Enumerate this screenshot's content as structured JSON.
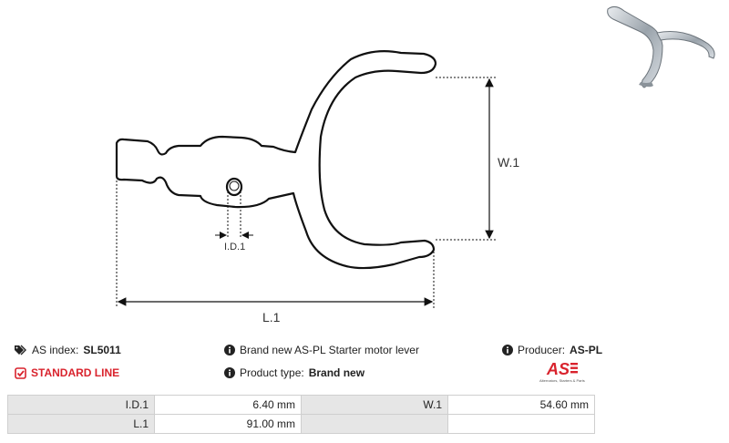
{
  "drawing": {
    "dim_w": "W.1",
    "dim_l": "L.1",
    "dim_id": "I.D.1"
  },
  "info": {
    "as_index_label": "AS index:",
    "as_index_value": "SL5011",
    "description": "Brand new AS-PL Starter motor lever",
    "producer_label": "Producer:",
    "producer_value": "AS-PL",
    "line": "STANDARD LINE",
    "product_type_label": "Product type:",
    "product_type_value": "Brand new"
  },
  "logo": {
    "text": "AS",
    "tagline": "Alternators, Starters & Parts"
  },
  "colors": {
    "accent_red": "#d9232d",
    "cell_grey": "#e6e6e6"
  },
  "specs": [
    {
      "k1": "I.D.1",
      "v1": "6.40 mm",
      "k2": "W.1",
      "v2": "54.60 mm"
    },
    {
      "k1": "L.1",
      "v1": "91.00 mm",
      "k2": "",
      "v2": ""
    }
  ]
}
